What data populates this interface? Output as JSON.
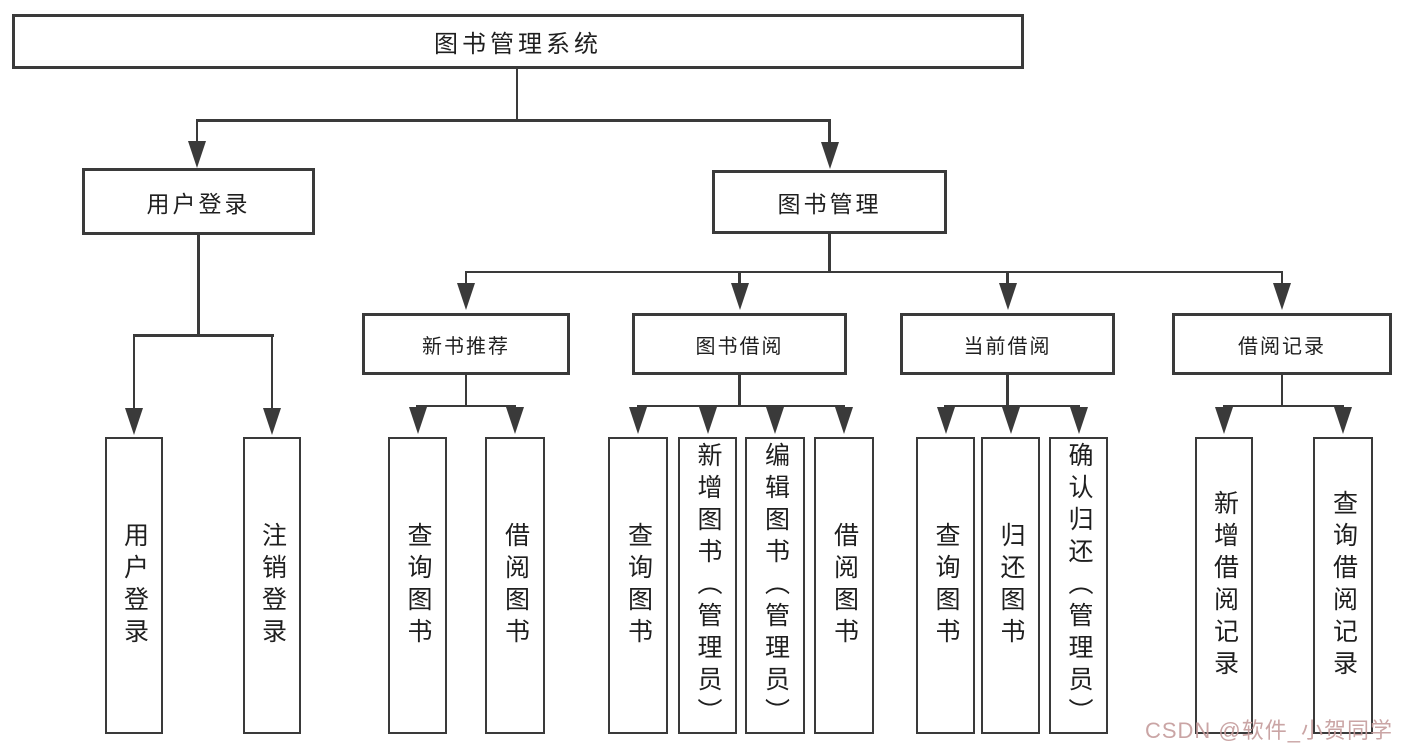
{
  "diagram": {
    "nodes": {
      "root": "图书管理系统",
      "user_login": "用户登录",
      "book_management": "图书管理",
      "user_login_leaf": "用户登录",
      "logout_leaf": "注销登录",
      "new_book_recommend": "新书推荐",
      "book_borrowing": "图书借阅",
      "current_borrowing": "当前借阅",
      "borrowing_records": "借阅记录",
      "nbr_query_books": "查询图书",
      "nbr_borrow_books": "借阅图书",
      "bb_query_books": "查询图书",
      "bb_add_books": "新增图书（管理员）",
      "bb_edit_books": "编辑图书（管理员）",
      "bb_borrow_books": "借阅图书",
      "cb_query_books": "查询图书",
      "cb_return_books": "归还图书",
      "cb_confirm_return": "确认归还（管理员）",
      "br_add_record": "新增借阅记录",
      "br_query_record": "查询借阅记录"
    },
    "structure": {
      "图书管理系统": {
        "用户登录": [
          "用户登录",
          "注销登录"
        ],
        "图书管理": {
          "新书推荐": [
            "查询图书",
            "借阅图书"
          ],
          "图书借阅": [
            "查询图书",
            "新增图书（管理员）",
            "编辑图书（管理员）",
            "借阅图书"
          ],
          "当前借阅": [
            "查询图书",
            "归还图书",
            "确认归还（管理员）"
          ],
          "借阅记录": [
            "新增借阅记录",
            "查询借阅记录"
          ]
        }
      }
    }
  },
  "watermark": "CSDN @软件_小贺同学",
  "colors": {
    "line": "#3a3a3a",
    "text": "#1f1f1f",
    "watermark": "#c59c9c",
    "background": "#ffffff"
  }
}
